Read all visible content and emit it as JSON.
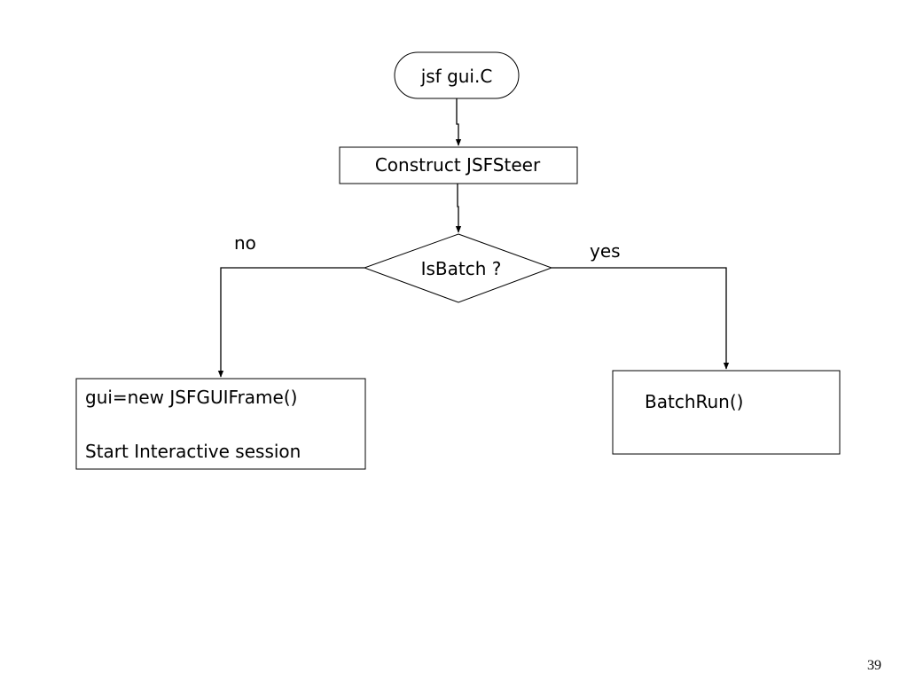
{
  "nodes": {
    "start": {
      "label": "jsf gui.C"
    },
    "construct": {
      "label": "Construct JSFSteer"
    },
    "decision": {
      "label": "IsBatch ?"
    },
    "interactive": {
      "line1": "gui=new JSFGUIFrame()",
      "line2": "Start Interactive session"
    },
    "batch": {
      "label": "BatchRun()"
    }
  },
  "branches": {
    "no": "no",
    "yes": "yes"
  },
  "footer": {
    "page_number": "39"
  }
}
